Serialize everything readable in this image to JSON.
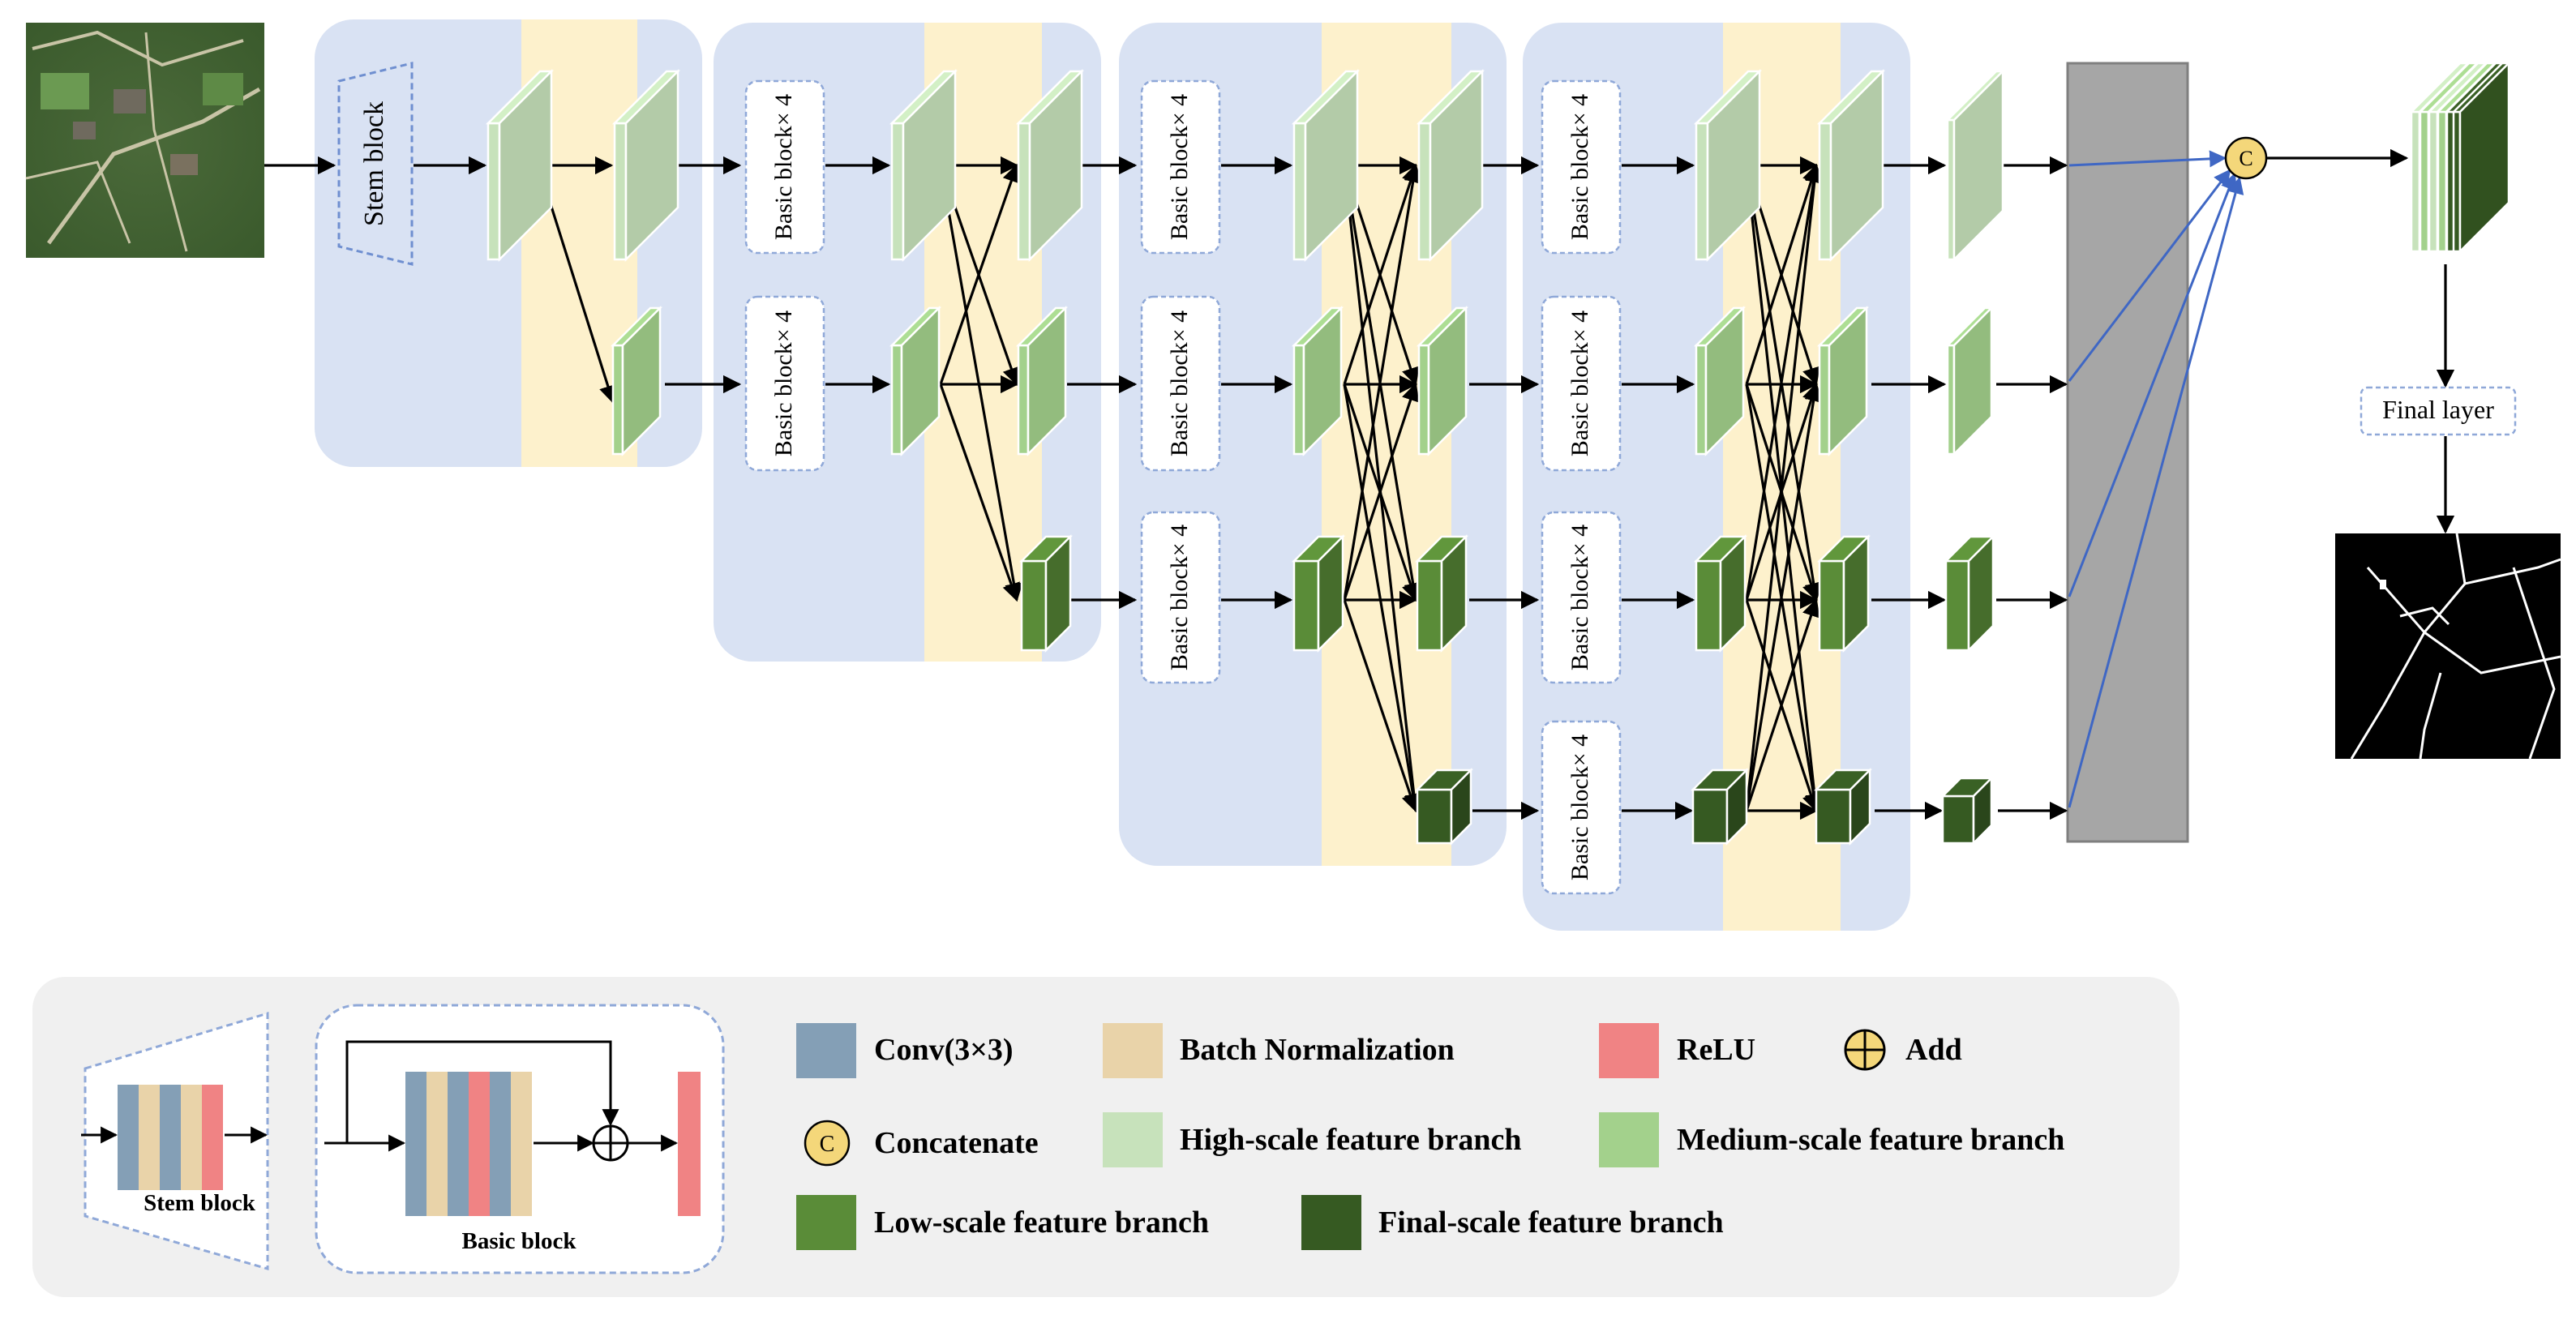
{
  "colors": {
    "stage_bg": "#d9e2f3",
    "fuse_band": "#fdf1cc",
    "high": "#c7e2bb",
    "medium": "#a3d18c",
    "low": "#5a8c38",
    "final": "#365a22",
    "conv": "#849fb6",
    "bn": "#e9d3a9",
    "relu": "#f08384",
    "concat": "#f4d77a",
    "fusion_bg": "#a6a6a6",
    "legend_bg": "#f0f0f0",
    "blue_arrow": "#3f67c4"
  },
  "diagram": {
    "stem_block": "Stem block",
    "basic_block_x4": "Basic block× 4",
    "concat_symbol": "C",
    "final_layer": "Final layer",
    "input_image_icon": "satellite-image-icon",
    "output_mask_icon": "road-mask-icon"
  },
  "legend": {
    "stem_block": "Stem block",
    "basic_block": "Basic block",
    "conv": "Conv(3×3)",
    "bn": "Batch Normalization",
    "relu": "ReLU",
    "add": "Add",
    "concatenate": "Concatenate",
    "concat_symbol": "C",
    "high": "High-scale feature branch",
    "medium": "Medium-scale feature branch",
    "low": "Low-scale feature branch",
    "final": "Final-scale feature branch"
  }
}
